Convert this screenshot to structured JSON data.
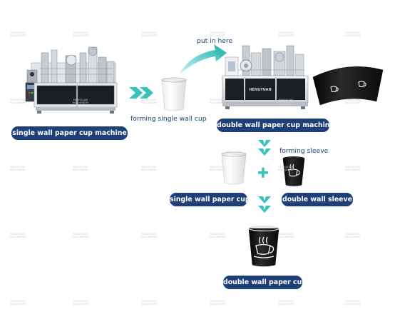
{
  "watermark": {
    "line1": "MINGYUAN",
    "line2": "MACHINERY"
  },
  "machine_brand": "HENGYUAN",
  "labels": {
    "single_wall_machine": "single wall paper cup machine",
    "forming_single_wall_cup": "forming single wall cup",
    "put_in_here": "put in here",
    "double_wall_machine": "double wall paper cup machine",
    "forming_sleeve": "forming sleeve",
    "single_wall_cup": "single wall paper cup",
    "double_wall_sleeve": "double wall sleeve",
    "double_wall_cup": "double wall paper cup"
  },
  "colors": {
    "pill": "#1f3f79",
    "arrow_teal": "#2bb8b0",
    "chevron": "#39c2b7",
    "caption_text": "#1f3f79",
    "cup_dark": "#121212"
  },
  "icons": [
    "double-chevron-right-icon",
    "curved-arrow-icon",
    "double-chevron-down-icon",
    "plus-icon",
    "coffee-cup-icon"
  ]
}
